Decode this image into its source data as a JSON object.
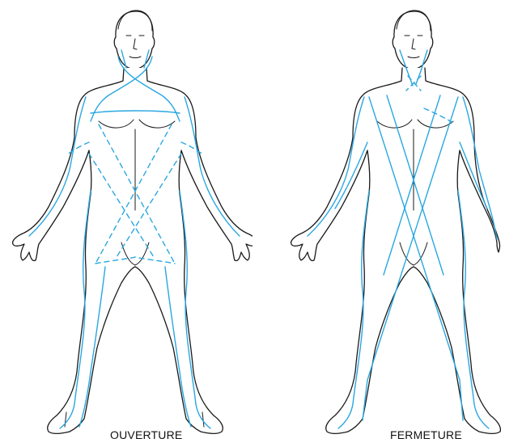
{
  "figures": [
    {
      "id": "left",
      "caption": "OUVERTURE"
    },
    {
      "id": "right",
      "caption": "FERMETURE"
    }
  ],
  "colors": {
    "meridian": "#2aa7e0",
    "outline": "#1a1a1a",
    "background": "#ffffff"
  },
  "icons": [
    "human-body-front-icon"
  ]
}
